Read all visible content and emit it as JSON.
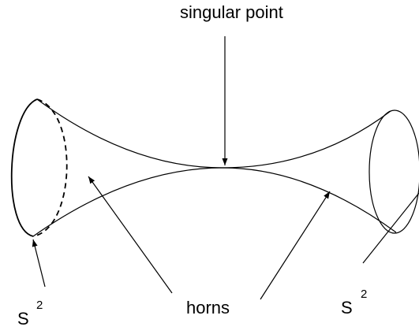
{
  "labels": {
    "singular_point": "singular point",
    "horns": "horns",
    "left_sphere": "S",
    "left_sphere_exp": "2",
    "right_sphere": "S",
    "right_sphere_exp": "2"
  },
  "colors": {
    "stroke": "#000000",
    "background": "#ffffff"
  }
}
